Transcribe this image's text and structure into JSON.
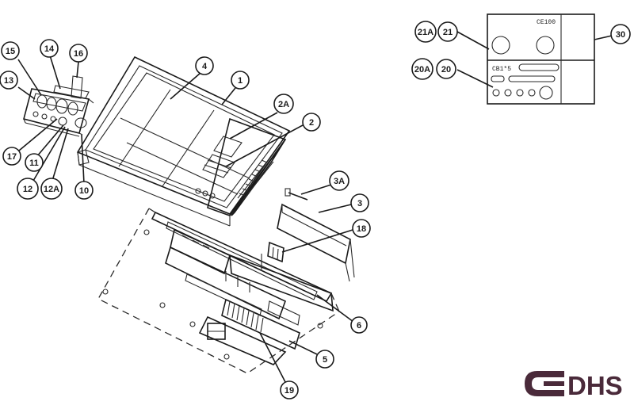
{
  "callouts": [
    {
      "id": "15",
      "label": "15"
    },
    {
      "id": "14",
      "label": "14"
    },
    {
      "id": "16",
      "label": "16"
    },
    {
      "id": "13",
      "label": "13"
    },
    {
      "id": "17",
      "label": "17"
    },
    {
      "id": "11",
      "label": "11"
    },
    {
      "id": "12",
      "label": "12"
    },
    {
      "id": "12A",
      "label": "12A"
    },
    {
      "id": "10",
      "label": "10"
    },
    {
      "id": "4",
      "label": "4"
    },
    {
      "id": "1",
      "label": "1"
    },
    {
      "id": "2A",
      "label": "2A"
    },
    {
      "id": "2",
      "label": "2"
    },
    {
      "id": "3A",
      "label": "3A"
    },
    {
      "id": "3",
      "label": "3"
    },
    {
      "id": "18",
      "label": "18"
    },
    {
      "id": "6",
      "label": "6"
    },
    {
      "id": "5",
      "label": "5"
    },
    {
      "id": "19",
      "label": "19"
    },
    {
      "id": "21A",
      "label": "21A"
    },
    {
      "id": "21",
      "label": "21"
    },
    {
      "id": "30",
      "label": "30"
    },
    {
      "id": "20A",
      "label": "20A"
    },
    {
      "id": "20",
      "label": "20"
    }
  ],
  "inset": {
    "panel_top_text": "CE100",
    "panel_bottom_text": "CB1*5"
  },
  "logo": {
    "text": "DHS",
    "color": "#4a2a3a"
  }
}
